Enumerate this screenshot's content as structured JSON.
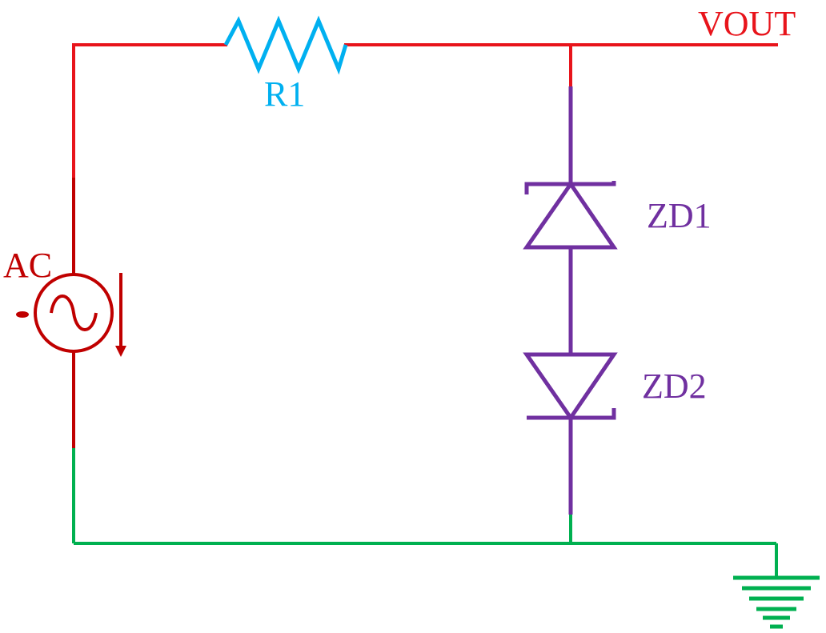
{
  "labels": {
    "vout": "VOUT",
    "r1": "R1",
    "ac": "AC",
    "zd1": "ZD1",
    "zd2": "ZD2"
  },
  "colors": {
    "red_wire": "#e8141b",
    "dark_red_source": "#c00000",
    "resistor": "#00b0f0",
    "zener": "#7030a0",
    "ground": "#00b050",
    "background": "#ffffff"
  },
  "icons": {
    "source": "ac-source-icon",
    "resistor": "resistor-icon",
    "zener1": "zener-diode-icon",
    "zener2": "zener-diode-icon",
    "ground": "ground-icon"
  }
}
